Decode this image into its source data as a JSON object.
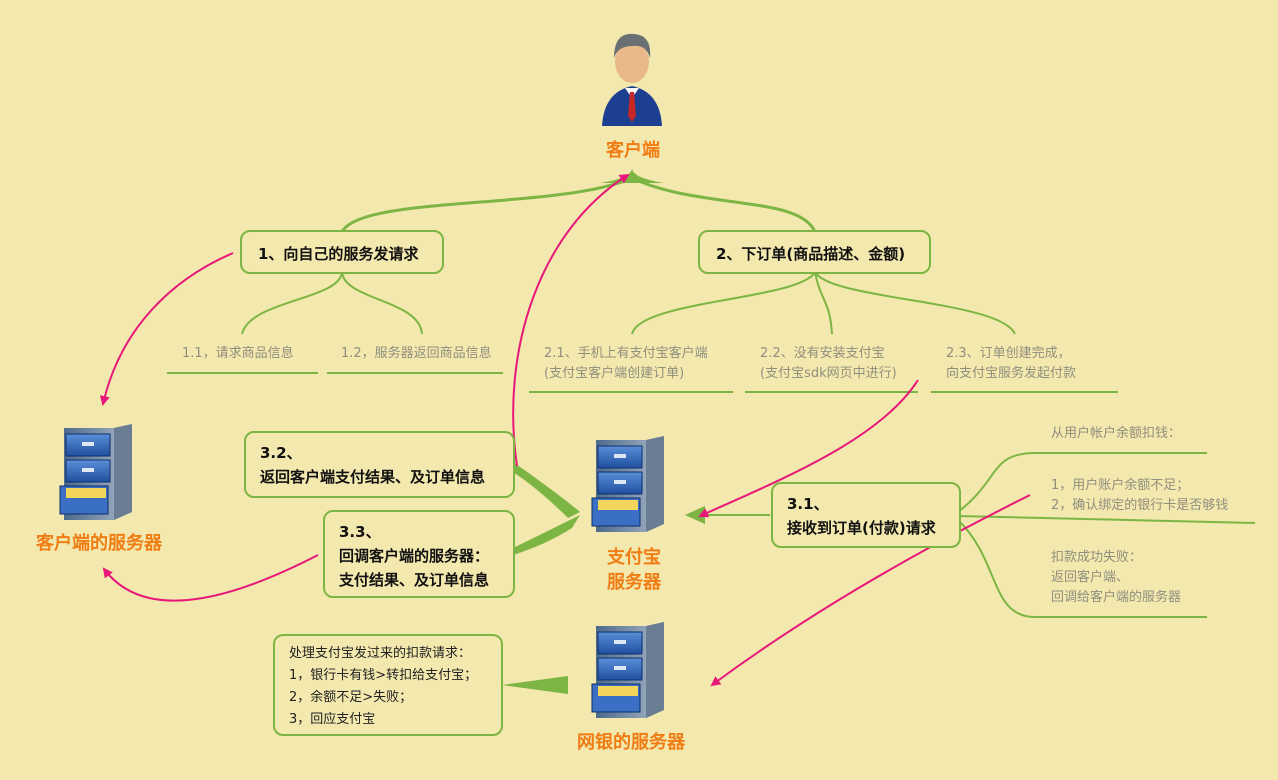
{
  "nodes": {
    "client": "客户端",
    "client_server": "客户端的服务器",
    "alipay_server": [
      "支付宝",
      "服务器"
    ],
    "bank_server": "网银的服务器"
  },
  "steps": {
    "s1": "1、向自己的服务发请求",
    "s1_1": "1.1，请求商品信息",
    "s1_2": "1.2，服务器返回商品信息",
    "s2": "2、下订单(商品描述、金额)",
    "s2_1": [
      "2.1、手机上有支付宝客户端",
      "(支付宝客户端创建订单)"
    ],
    "s2_2": [
      "2.2、没有安装支付宝",
      "(支付宝sdk网页中进行)"
    ],
    "s2_3": [
      "2.3、订单创建完成，",
      "向支付宝服务发起付款"
    ],
    "s3_1": [
      "3.1、",
      "接收到订单(付款)请求"
    ],
    "s3_1_a": "从用户帐户余额扣钱：",
    "s3_1_b": [
      "1，用户账户余额不足；",
      "2，确认绑定的银行卡是否够钱"
    ],
    "s3_1_c": [
      "扣款成功失败：",
      "返回客户端、",
      "回调给客户端的服务器"
    ],
    "s3_2": [
      "3.2、",
      "返回客户端支付结果、及订单信息"
    ],
    "s3_3": [
      "3.3、",
      "回调客户端的服务器：",
      "支付结果、及订单信息"
    ],
    "bank_box": [
      "处理支付宝发过来的扣款请求：",
      "1，银行卡有钱>转扣给支付宝；",
      "2，余额不足>失败；",
      "3，回应支付宝"
    ]
  },
  "colors": {
    "background": "#f3e8ad",
    "branch": "#7db544",
    "arrow": "#e8187a",
    "label": "#f07d14"
  },
  "icons": [
    "person-icon",
    "server-icon"
  ]
}
